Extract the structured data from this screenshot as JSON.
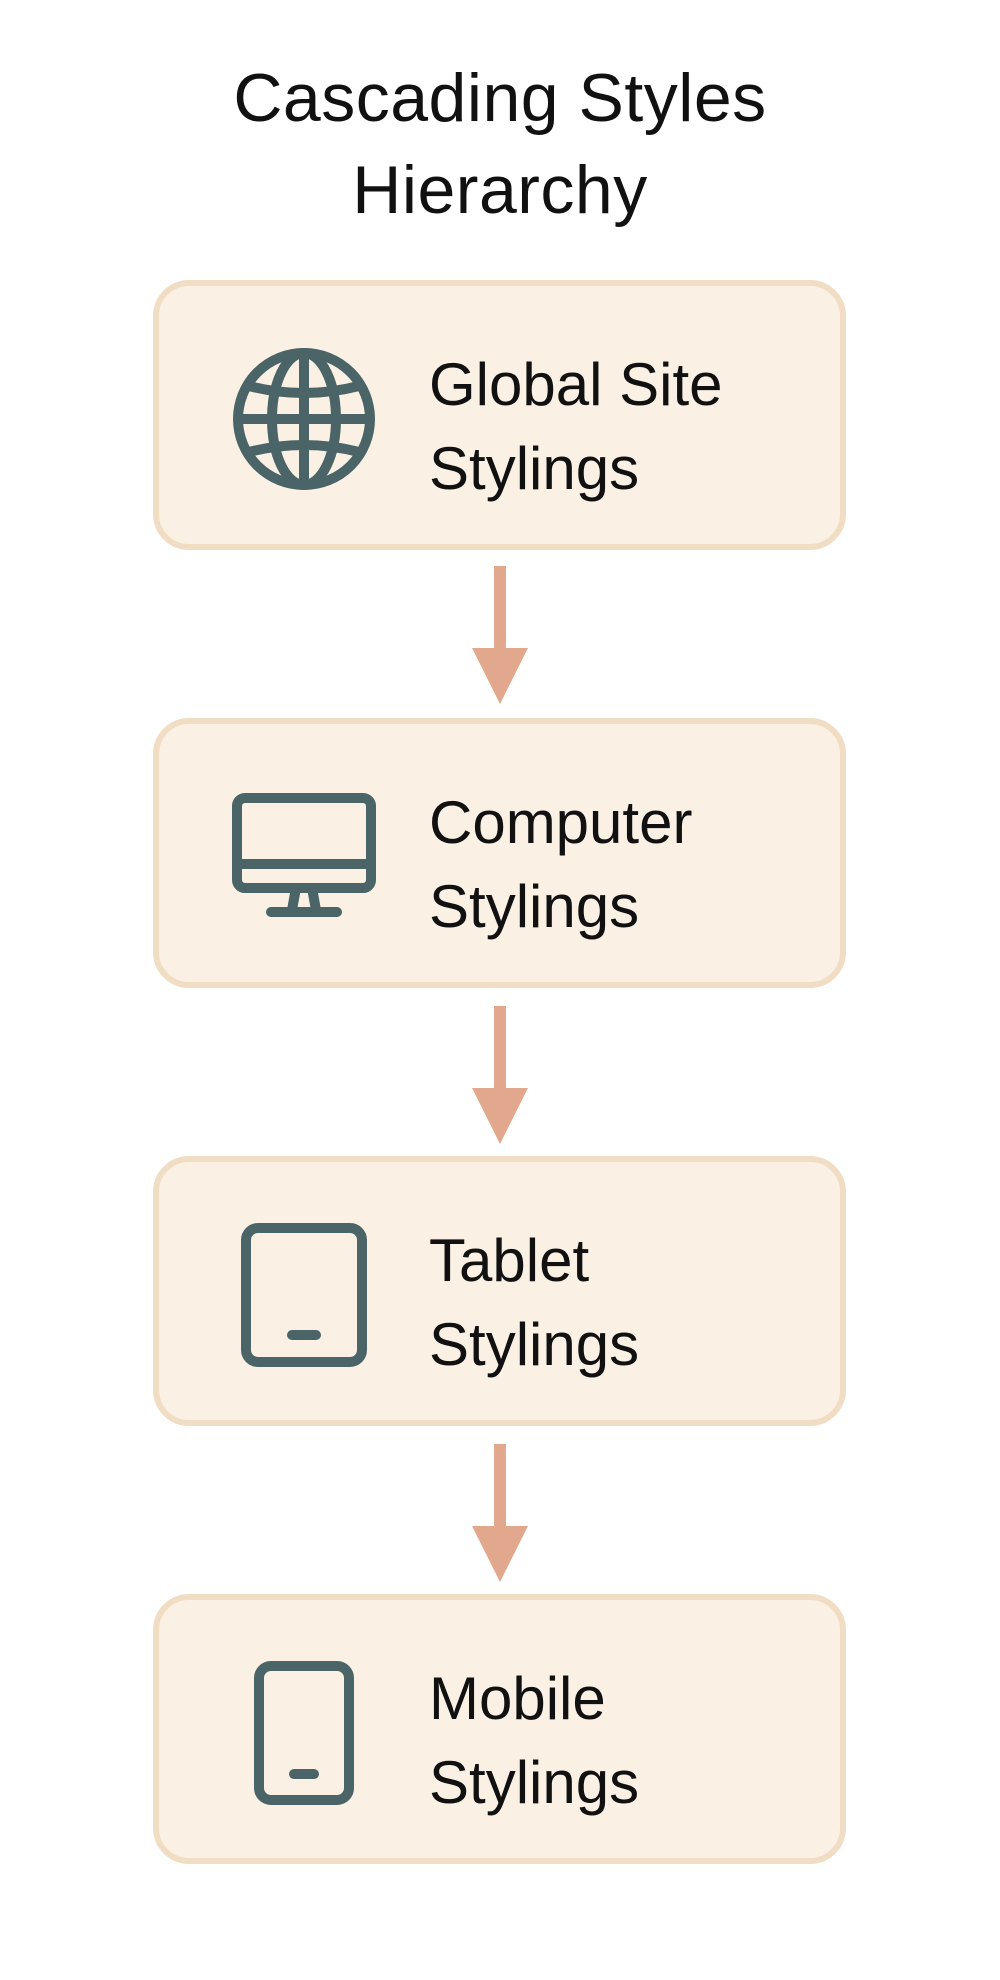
{
  "title": {
    "line1": "Cascading Styles",
    "line2": "Hierarchy"
  },
  "nodes": [
    {
      "icon": "globe-icon",
      "line1": "Global Site",
      "line2": "Stylings"
    },
    {
      "icon": "monitor-icon",
      "line1": "Computer",
      "line2": "Stylings"
    },
    {
      "icon": "tablet-icon",
      "line1": "Tablet",
      "line2": "Stylings"
    },
    {
      "icon": "phone-icon",
      "line1": "Mobile",
      "line2": "Stylings"
    }
  ],
  "colors": {
    "card_fill": "#faf1e4",
    "card_border": "#f1dcc4",
    "icon": "#4a6468",
    "arrow": "#e2a88e",
    "text": "#111111"
  }
}
